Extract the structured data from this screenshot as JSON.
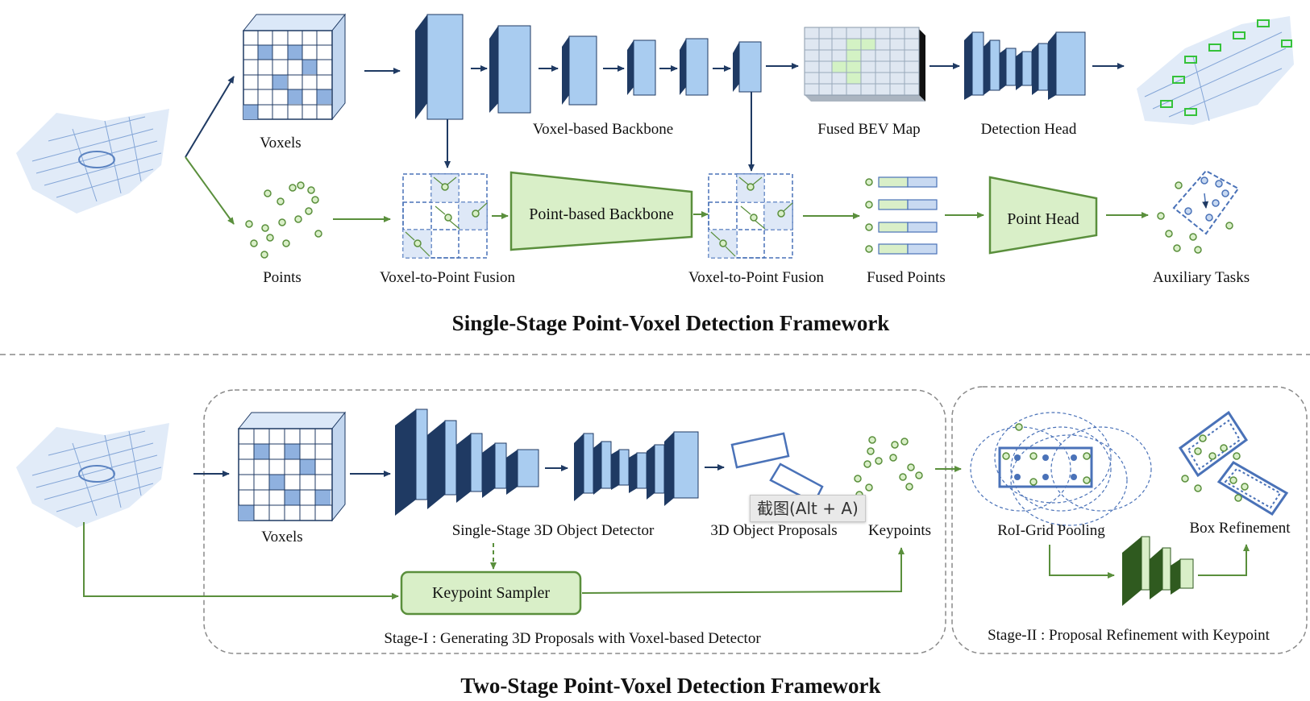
{
  "single_stage": {
    "title": "Single-Stage Point-Voxel Detection Framework",
    "labels": {
      "voxels": "Voxels",
      "points": "Points",
      "voxel_backbone": "Voxel-based Backbone",
      "fused_bev_map": "Fused BEV Map",
      "detection_head": "Detection Head",
      "fusion_1": "Voxel-to-Point Fusion",
      "point_backbone": "Point-based Backbone",
      "fusion_2": "Voxel-to-Point Fusion",
      "fused_points": "Fused Points",
      "point_head": "Point Head",
      "auxiliary_tasks": "Auxiliary Tasks"
    }
  },
  "two_stage": {
    "title": "Two-Stage Point-Voxel Detection Framework",
    "labels": {
      "voxels": "Voxels",
      "detector": "Single-Stage 3D Object Detector",
      "proposals": "3D Object Proposals",
      "keypoints": "Keypoints",
      "keypoint_sampler": "Keypoint Sampler",
      "stage1": "Stage-I : Generating 3D Proposals with Voxel-based Detector",
      "roi_grid": "RoI-Grid Pooling",
      "box_refinement": "Box Refinement",
      "stage2": "Stage-II : Proposal Refinement with Keypoint"
    }
  },
  "overlay": {
    "tooltip": "截图(Alt + A)"
  },
  "colors": {
    "voxel_blue": "#a9ccf0",
    "voxel_dark": "#1f3a63",
    "point_green": "#5a8f3c",
    "point_fill": "#d9efc8",
    "accent_blue": "#4a72b8"
  }
}
